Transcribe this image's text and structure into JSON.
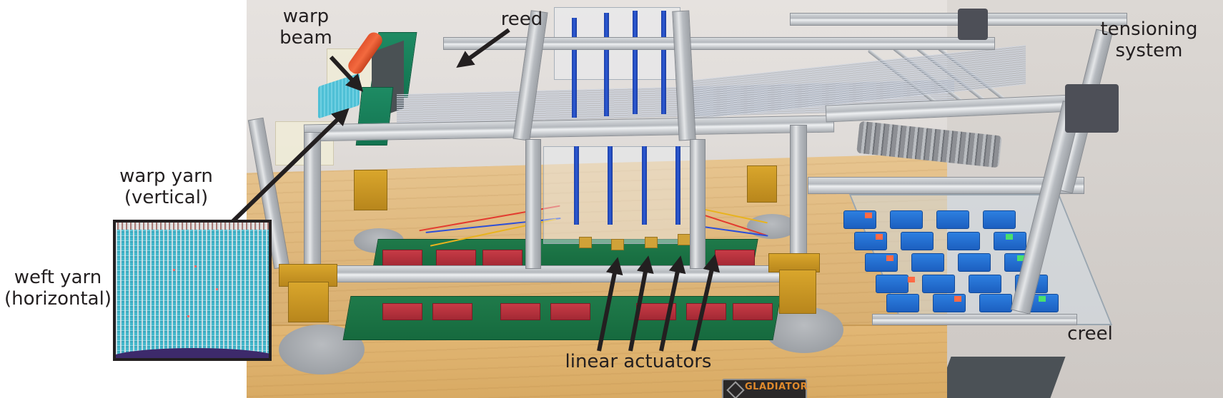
{
  "figure": {
    "description": "Annotated photograph of an automated loom with a fabric inset",
    "labels": {
      "warp_beam": [
        "warp",
        "beam"
      ],
      "reed": "reed",
      "tensioning_system": [
        "tensioning",
        "system"
      ],
      "warp_yarn": [
        "warp yarn",
        "(vertical)"
      ],
      "weft_yarn": [
        "weft yarn",
        "(horizontal)"
      ],
      "linear_actuators": "linear actuators",
      "creel": "creel"
    },
    "bench_badge": "GLADIATOR",
    "colors": {
      "label_text": "#231f20",
      "arrow": "#231f20",
      "inset_border": "#231f20",
      "fabric_teal": "#43b7cb",
      "heddle_blue": "#2e5bd6",
      "reed_roller_red": "#f36a3f",
      "pcb_green": "#1f7a4a",
      "driver_red": "#c73b46",
      "bracket_gold": "#d9a62c",
      "creel_blue": "#2d7fe0",
      "wood": "#deb67a",
      "wall": "#e0dcd9"
    }
  }
}
